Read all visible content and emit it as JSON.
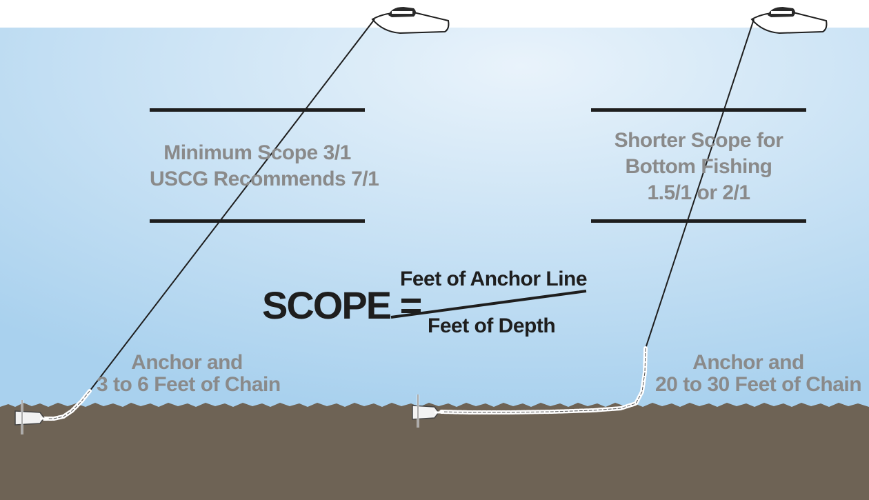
{
  "left_panel": {
    "scope_lines": [
      "Minimum Scope 3/1",
      "USCG Recommends 7/1"
    ],
    "anchor_lines": [
      "Anchor and",
      "3 to 6 Feet of Chain"
    ]
  },
  "right_panel": {
    "scope_lines": [
      "Shorter Scope for",
      "Bottom Fishing",
      "1.5/1 or 2/1"
    ],
    "anchor_lines": [
      "Anchor and",
      "20 to 30 Feet of Chain"
    ]
  },
  "formula": {
    "term": "SCOPE =",
    "numerator": "Feet of Anchor Line",
    "denominator": "Feet of Depth"
  },
  "colors": {
    "water_top": "#a9d1ee",
    "water_bottom": "#e9f3fb",
    "seabed": "#6e6355",
    "label_text": "#8a8a8a",
    "formula_text": "#1e1e1e",
    "line": "#1e1e1e"
  }
}
